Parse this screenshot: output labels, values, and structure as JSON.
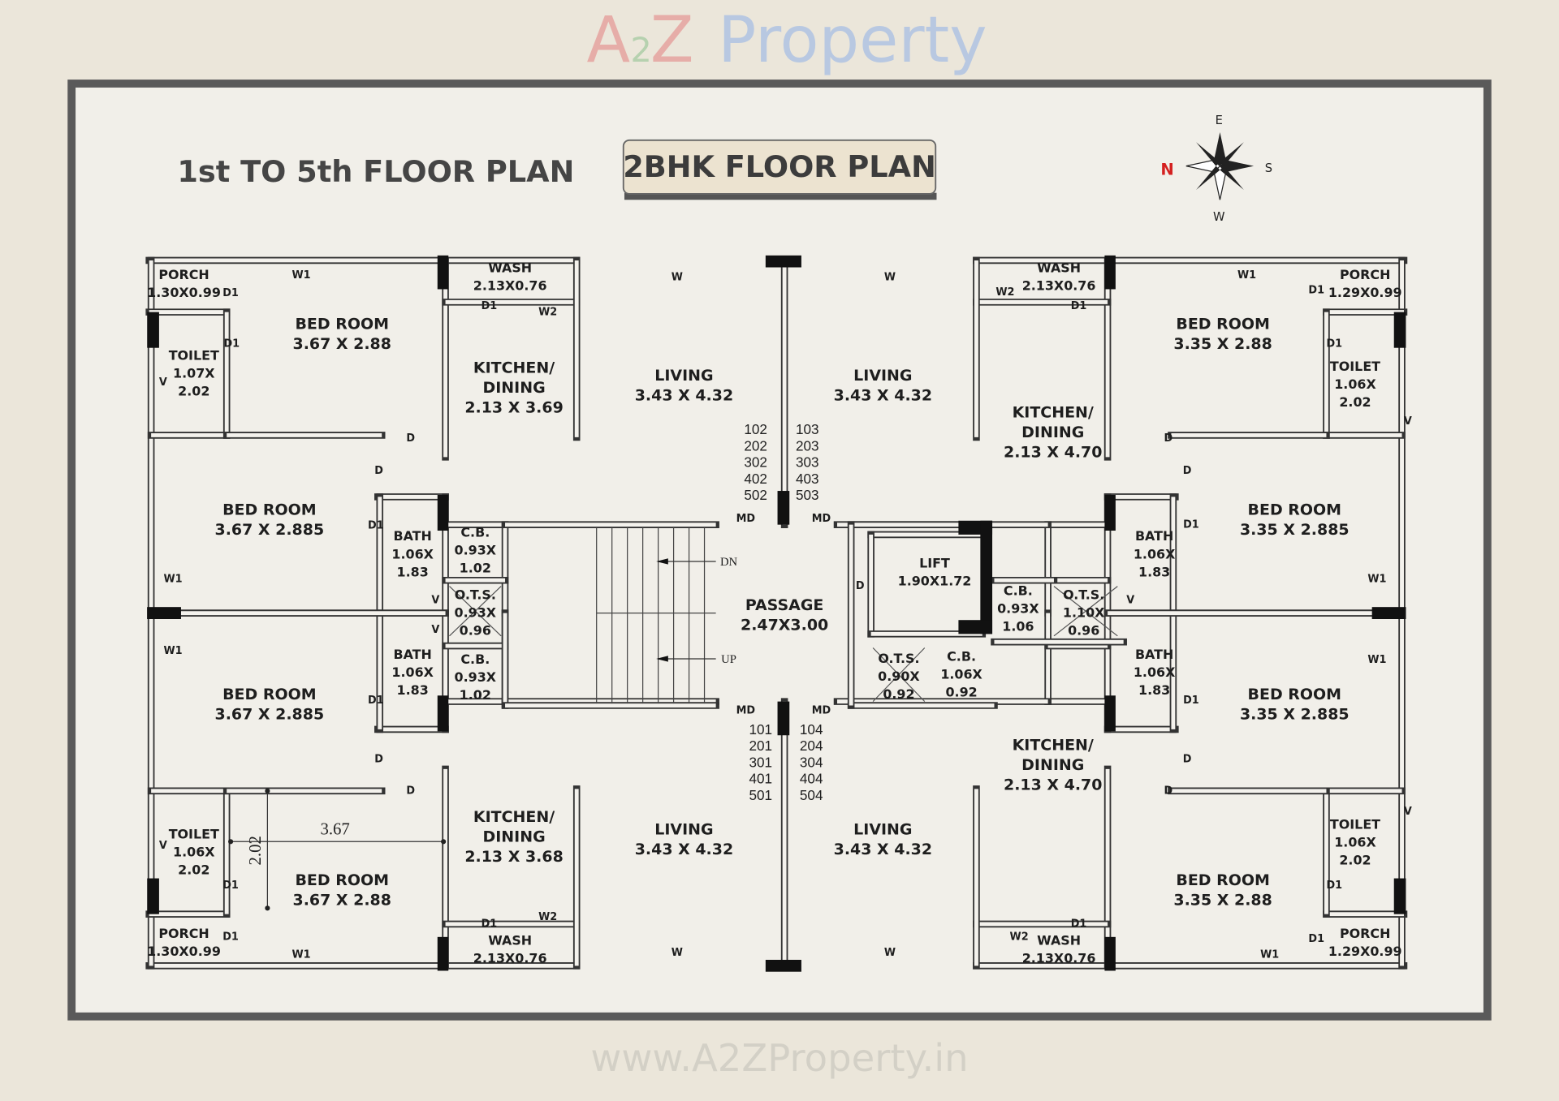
{
  "header": {
    "title": "1st TO 5th FLOOR PLAN",
    "badge": "2BHK FLOOR PLAN"
  },
  "compass": {
    "n": "N",
    "e": "E",
    "s": "S",
    "w": "W",
    "n_color": "#d42020"
  },
  "watermarks": {
    "site": "www.A2ZProperty.in",
    "brand_a": "A",
    "brand_2": "2",
    "brand_z": "Z",
    "brand_word": "Property"
  },
  "rooms": [
    {
      "name": "PORCH",
      "dims": [
        "1.30X0.99"
      ]
    },
    {
      "name": "BED ROOM",
      "dims": [
        "3.67 X 2.88"
      ]
    },
    {
      "name": "WASH",
      "dims": [
        "2.13X0.76"
      ]
    },
    {
      "name": "KITCHEN/",
      "dims": [
        "DINING",
        "2.13 X 3.69"
      ]
    },
    {
      "name": "LIVING",
      "dims": [
        "3.43 X 4.32"
      ]
    },
    {
      "name": "TOILET",
      "dims": [
        "1.07X",
        "2.02"
      ]
    },
    {
      "name": "BED ROOM",
      "dims": [
        "3.67 X 2.885"
      ]
    },
    {
      "name": "BATH",
      "dims": [
        "1.06X",
        "1.83"
      ]
    },
    {
      "name": "C.B.",
      "dims": [
        "0.93X",
        "1.02"
      ]
    },
    {
      "name": "O.T.S.",
      "dims": [
        "0.93X",
        "0.96"
      ]
    },
    {
      "name": "BATH",
      "dims": [
        "1.06X",
        "1.83"
      ]
    },
    {
      "name": "C.B.",
      "dims": [
        "0.93X",
        "1.02"
      ]
    },
    {
      "name": "BED ROOM",
      "dims": [
        "3.67 X 2.885"
      ]
    },
    {
      "name": "TOILET",
      "dims": [
        "1.06X",
        "2.02"
      ]
    },
    {
      "name": "BED ROOM",
      "dims": [
        "3.67 X 2.88"
      ]
    },
    {
      "name": "KITCHEN/",
      "dims": [
        "DINING",
        "2.13 X 3.68"
      ]
    },
    {
      "name": "LIVING",
      "dims": [
        "3.43 X 4.32"
      ]
    },
    {
      "name": "PORCH",
      "dims": [
        "1.30X0.99"
      ]
    },
    {
      "name": "WASH",
      "dims": [
        "2.13X0.76"
      ]
    },
    {
      "name": "PASSAGE",
      "dims": [
        "2.47X3.00"
      ]
    },
    {
      "name": "LIFT",
      "dims": [
        "1.90X1.72"
      ]
    },
    {
      "name": "C.B.",
      "dims": [
        "0.93X",
        "1.06"
      ]
    },
    {
      "name": "O.T.S.",
      "dims": [
        "1.10X",
        "0.96"
      ]
    },
    {
      "name": "O.T.S.",
      "dims": [
        "0.90X",
        "0.92"
      ]
    },
    {
      "name": "C.B.",
      "dims": [
        "1.06X",
        "0.92"
      ]
    },
    {
      "name": "LIVING",
      "dims": [
        "3.43 X 4.32"
      ]
    },
    {
      "name": "WASH",
      "dims": [
        "2.13X0.76"
      ]
    },
    {
      "name": "KITCHEN/",
      "dims": [
        "DINING",
        "2.13 X 4.70"
      ]
    },
    {
      "name": "BED ROOM",
      "dims": [
        "3.35 X 2.88"
      ]
    },
    {
      "name": "PORCH",
      "dims": [
        "1.29X0.99"
      ]
    },
    {
      "name": "TOILET",
      "dims": [
        "1.06X",
        "2.02"
      ]
    },
    {
      "name": "BED ROOM",
      "dims": [
        "3.35 X 2.885"
      ]
    },
    {
      "name": "BATH",
      "dims": [
        "1.06X",
        "1.83"
      ]
    },
    {
      "name": "BATH",
      "dims": [
        "1.06X",
        "1.83"
      ]
    },
    {
      "name": "BED ROOM",
      "dims": [
        "3.35 X 2.885"
      ]
    },
    {
      "name": "KITCHEN/",
      "dims": [
        "DINING",
        "2.13 X 4.70"
      ]
    },
    {
      "name": "LIVING",
      "dims": [
        "3.43 X 4.32"
      ]
    },
    {
      "name": "BED ROOM",
      "dims": [
        "3.35 X 2.88"
      ]
    },
    {
      "name": "TOILET",
      "dims": [
        "1.06X",
        "2.02"
      ]
    },
    {
      "name": "PORCH",
      "dims": [
        "1.29X0.99"
      ]
    },
    {
      "name": "WASH",
      "dims": [
        "2.13X0.76"
      ]
    }
  ],
  "unit_numbers": [
    [
      "102",
      "202",
      "302",
      "402",
      "502"
    ],
    [
      "103",
      "203",
      "303",
      "403",
      "503"
    ],
    [
      "101",
      "201",
      "301",
      "401",
      "501"
    ],
    [
      "104",
      "204",
      "304",
      "404",
      "504"
    ]
  ],
  "dimension_marks": [
    "3.67",
    "2.02"
  ],
  "markers": [
    "W1",
    "D1",
    "D1",
    "V",
    "D",
    "D1",
    "W2",
    "W",
    "D",
    "D1",
    "W1",
    "V",
    "V",
    "W1",
    "D1",
    "D",
    "D",
    "MD",
    "MD",
    "DN",
    "UP",
    "V",
    "D1",
    "D1",
    "W1",
    "D1",
    "W2",
    "W",
    "MD",
    "MD",
    "W",
    "W2",
    "D1",
    "W1",
    "D1",
    "D1",
    "V",
    "D",
    "D",
    "D1",
    "V",
    "D",
    "W1",
    "W1",
    "D1",
    "D",
    "D",
    "V",
    "D1",
    "D1",
    "W1",
    "D1",
    "W2",
    "W"
  ]
}
